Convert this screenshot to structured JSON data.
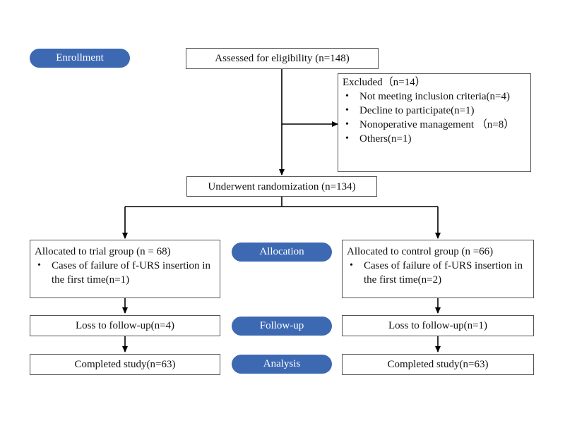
{
  "stages": {
    "enrollment": "Enrollment",
    "allocation": "Allocation",
    "follow_up": "Follow-up",
    "analysis": "Analysis"
  },
  "assessed": "Assessed for eligibility (n=148)",
  "excluded": {
    "title": "Excluded（n=14）",
    "items": [
      "Not meeting inclusion criteria(n=4)",
      "Decline to participate(n=1)",
      "Nonoperative management （n=8）",
      "Others(n=1)"
    ]
  },
  "randomized": "Underwent randomization (n=134)",
  "trial": {
    "allocated": "Allocated to trial group (n = 68)",
    "note": "Cases of failure of f-URS insertion in the first time(n=1)",
    "loss": "Loss to follow-up(n=4)",
    "completed": "Completed study(n=63)"
  },
  "control": {
    "allocated": "Allocated to control group (n =66)",
    "note": "Cases of failure of f-URS insertion in the first time(n=2)",
    "loss": "Loss to follow-up(n=1)",
    "completed": "Completed study(n=63)"
  }
}
